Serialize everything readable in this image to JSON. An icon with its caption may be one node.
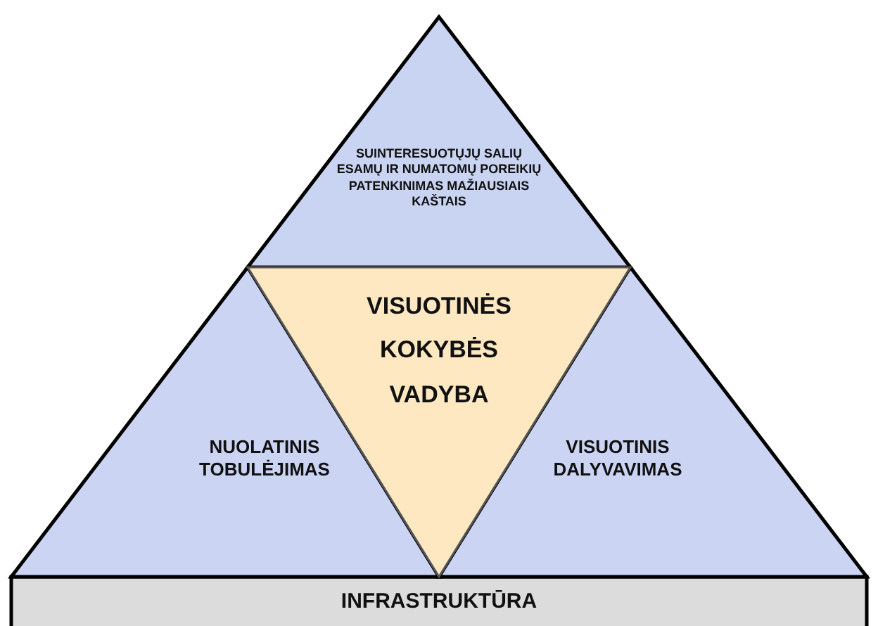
{
  "diagram": {
    "nodes": [
      {
        "text": [
          "SUINTERESUOTŲJŲ SALIŲ ESAMŲ IR NUMATOMŲ POREIKIŲ PATENKINIMAS MAŽIAUSIAIS KAŠTAIS"
        ]
      },
      {
        "text": [
          "VISUOTINĖS KOKYBĖS VADYBA"
        ]
      },
      {
        "text": [
          "NUOLATINIS TOBULĖJIMAS"
        ]
      },
      {
        "text": [
          "VISUOTINIS DALYVAVIMAS"
        ]
      },
      {
        "text": [
          "INFRASTRUKTŪRA"
        ]
      }
    ]
  }
}
